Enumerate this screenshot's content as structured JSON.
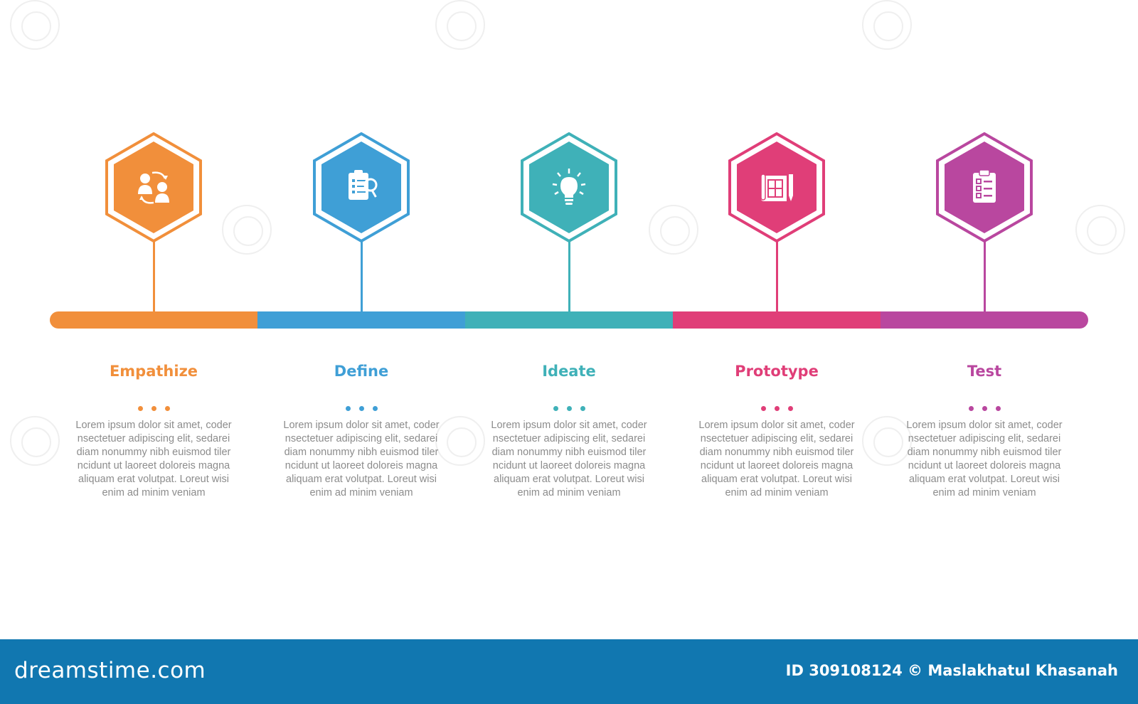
{
  "steps": [
    {
      "title": "Empathize",
      "icon": "empathy-heads-icon",
      "color": "#f18f3b",
      "body": "Lorem ipsum dolor sit amet, coder\nnsectetuer adipiscing elit, sedarei\ndiam nonummy nibh euismod tiler\nncidunt ut laoreet doloreis magna\naliquam erat volutpat. Loreut wisi\nenim ad minim veniam"
    },
    {
      "title": "Define",
      "icon": "clipboard-search-icon",
      "color": "#3f9fd6",
      "body": "Lorem ipsum dolor sit amet, coder\nnsectetuer adipiscing elit, sedarei\ndiam nonummy nibh euismod tiler\nncidunt ut laoreet doloreis magna\naliquam erat volutpat. Loreut wisi\nenim ad minim veniam"
    },
    {
      "title": "Ideate",
      "icon": "lightbulb-icon",
      "color": "#3fb1b8",
      "body": "Lorem ipsum dolor sit amet, coder\nnsectetuer adipiscing elit, sedarei\ndiam nonummy nibh euismod tiler\nncidunt ut laoreet doloreis magna\naliquam erat volutpat. Loreut wisi\nenim ad minim veniam"
    },
    {
      "title": "Prototype",
      "icon": "blueprint-icon",
      "color": "#e03e78",
      "body": "Lorem ipsum dolor sit amet, coder\nnsectetuer adipiscing elit, sedarei\ndiam nonummy nibh euismod tiler\nncidunt ut laoreet doloreis magna\naliquam erat volutpat. Loreut wisi\nenim ad minim veniam"
    },
    {
      "title": "Test",
      "icon": "checklist-icon",
      "color": "#b9479f",
      "body": "Lorem ipsum dolor sit amet, coder\nnsectetuer adipiscing elit, sedarei\ndiam nonummy nibh euismod tiler\nncidunt ut laoreet doloreis magna\naliquam erat volutpat. Loreut wisi\nenim ad minim veniam"
    }
  ],
  "footer": {
    "brand": "dreamstime.com",
    "credit": "ID 309108124 © Maslakhatul Khasanah",
    "color": "#1177b0"
  }
}
